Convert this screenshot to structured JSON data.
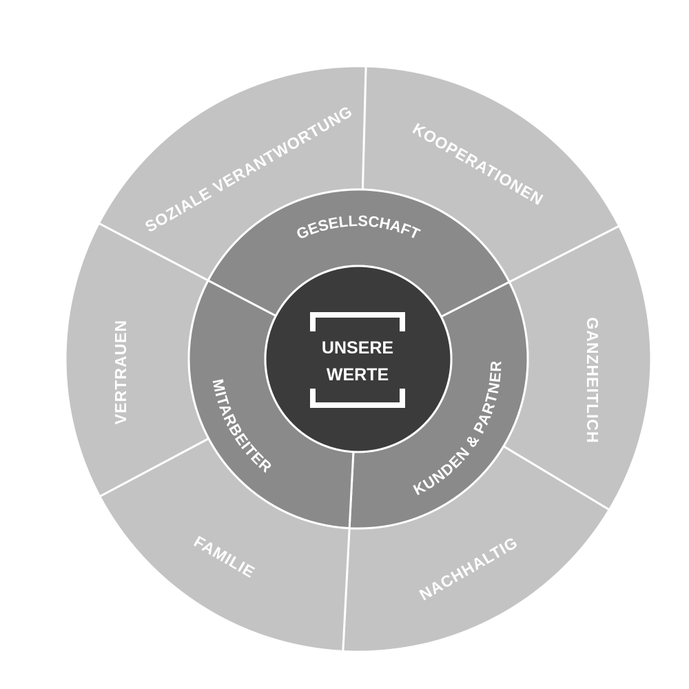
{
  "center": {
    "line1": "UNSERE",
    "line2": "WERTE"
  },
  "middle_ring": [
    {
      "label": "GESELLSCHAFT"
    },
    {
      "label": "KUNDEN & PARTNER"
    },
    {
      "label": "MITARBEITER"
    }
  ],
  "outer_ring": [
    {
      "label": "SOZIALE VERANTWORTUNG"
    },
    {
      "label": "KOOPERATIONEN"
    },
    {
      "label": "GANZHEITLICH"
    },
    {
      "label": "NACHHALTIG"
    },
    {
      "label": "FAMILIE"
    },
    {
      "label": "VERTRAUEN"
    }
  ],
  "colors": {
    "outer": "#c3c3c3",
    "middle": "#8a8a8a",
    "center": "#3b3b3b",
    "divider": "#ffffff"
  }
}
